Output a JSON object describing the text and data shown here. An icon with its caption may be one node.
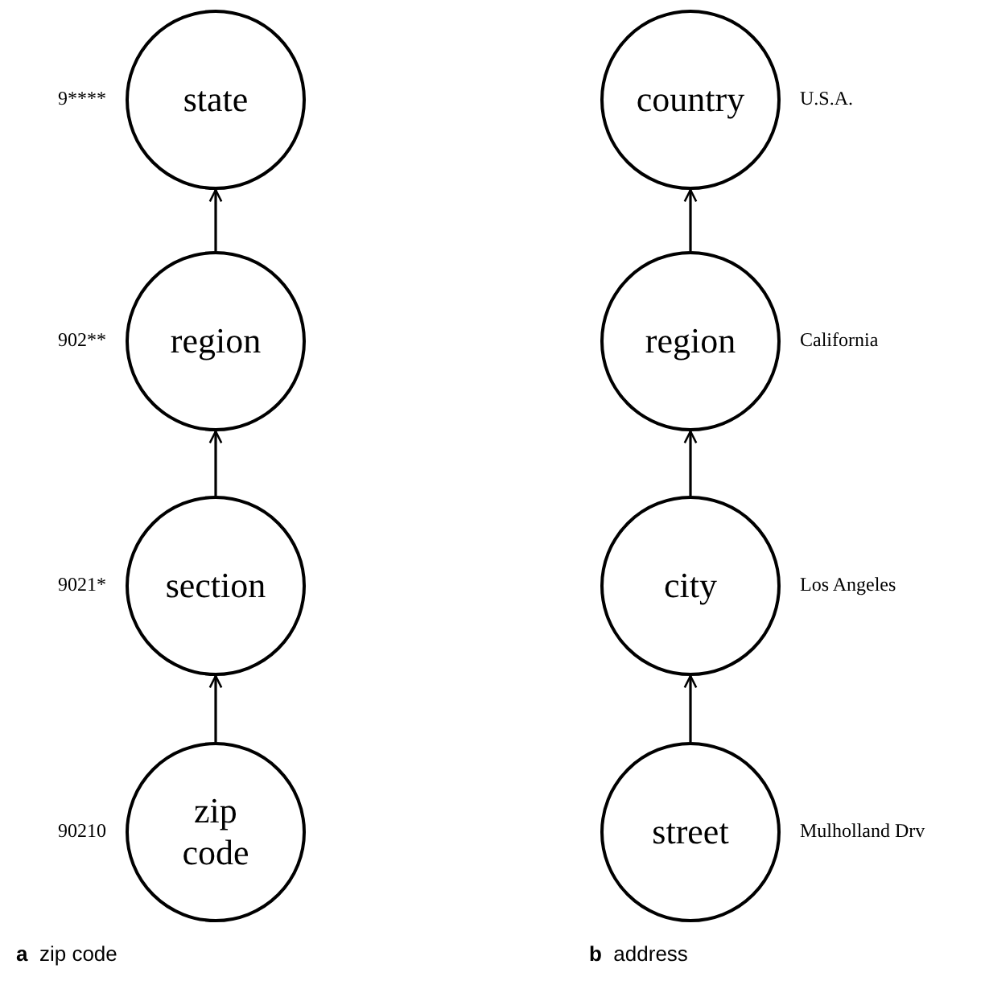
{
  "diagram": {
    "nodes": [
      {
        "text": [
          "state"
        ],
        "beside": [
          "9****"
        ]
      },
      {
        "text": [
          "region"
        ],
        "beside": [
          "902**"
        ]
      },
      {
        "text": [
          "section"
        ],
        "beside": [
          "9021*"
        ]
      },
      {
        "text": [
          "zip code"
        ],
        "beside": [
          "90210"
        ]
      },
      {
        "text": [
          "country"
        ],
        "beside": [
          "U.S.A."
        ]
      },
      {
        "text": [
          "region"
        ],
        "beside": [
          "California"
        ]
      },
      {
        "text": [
          "city"
        ],
        "beside": [
          "Los Angeles"
        ]
      },
      {
        "text": [
          "street"
        ],
        "beside": [
          "Mulholland Drv"
        ]
      }
    ],
    "edges": [
      {
        "from": 1,
        "to": 0,
        "arrow": "to"
      },
      {
        "from": 2,
        "to": 1,
        "arrow": "to"
      },
      {
        "from": 3,
        "to": 2,
        "arrow": "to"
      },
      {
        "from": 5,
        "to": 4,
        "arrow": "to"
      },
      {
        "from": 6,
        "to": 5,
        "arrow": "to"
      },
      {
        "from": 7,
        "to": 6,
        "arrow": "to"
      }
    ],
    "labels": [
      "**a**  zip code",
      "**b**  address"
    ]
  }
}
